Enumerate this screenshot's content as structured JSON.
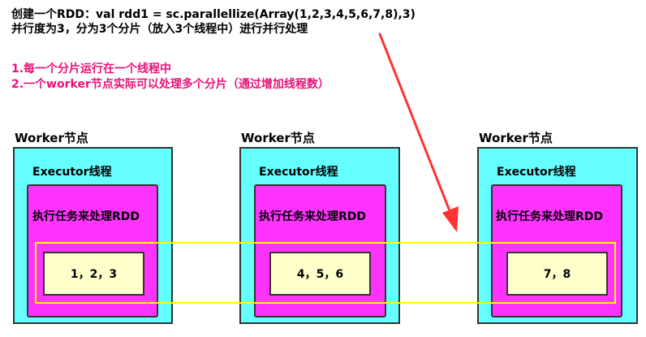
{
  "intro": {
    "line1": "创建一个RDD：val rdd1 = sc.parallellize(Array(1,2,3,4,5,6,7,8),3)",
    "line2": "并行度为3，分为3个分片（放入3个线程中）进行并行处理"
  },
  "notes": [
    "1.每一个分片运行在一个线程中",
    "2.一个worker节点实际可以处理多个分片（通过增加线程数）"
  ],
  "workers": [
    {
      "label": "Worker节点",
      "executor": "Executor线程",
      "task": "执行任务来处理RDD",
      "partition": "1，2，3"
    },
    {
      "label": "Worker节点",
      "executor": "Executor线程",
      "task": "执行任务来处理RDD",
      "partition": "4，5，6"
    },
    {
      "label": "Worker节点",
      "executor": "Executor线程",
      "task": "执行任务来处理RDD",
      "partition": "7，8"
    }
  ],
  "colors": {
    "worker_fill": "#66ffff",
    "task_fill": "#ff33ff",
    "partition_fill": "#ffffcc",
    "highlight": "#ffff00",
    "arrow": "#ff3333",
    "note_text": "#e8127a"
  }
}
